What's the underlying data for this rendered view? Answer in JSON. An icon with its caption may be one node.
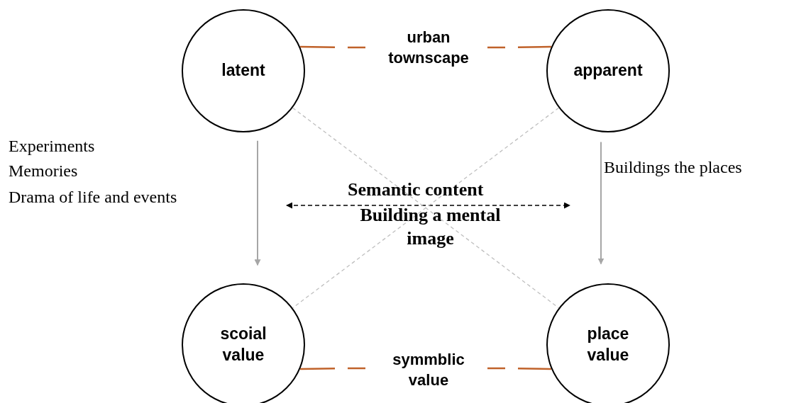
{
  "diagram": {
    "nodes": [
      {
        "text": [
          "latent"
        ]
      },
      {
        "text": [
          "apparent"
        ]
      },
      {
        "text": [
          "scoial value"
        ]
      },
      {
        "text": [
          "place value"
        ]
      }
    ],
    "edges": [
      {
        "from": 0,
        "to": 1,
        "arrow": "none",
        "label": "urban townscape",
        "style": "dashed",
        "color": "#c0622a"
      },
      {
        "from": 2,
        "to": 3,
        "arrow": "none",
        "label": "symmblic value",
        "style": "dashed",
        "color": "#c0622a"
      },
      {
        "from": 0,
        "to": 2,
        "arrow": "to",
        "color": "#a6a6a6"
      },
      {
        "from": 1,
        "to": 3,
        "arrow": "to",
        "color": "#a6a6a6"
      },
      {
        "from": 0,
        "to": 3,
        "arrow": "none",
        "style": "dashed",
        "color": "#bfbfbf"
      },
      {
        "from": 1,
        "to": 2,
        "arrow": "none",
        "style": "dashed",
        "color": "#bfbfbf"
      }
    ],
    "labels": [
      "Experiments",
      "Memories",
      "Drama of life and events",
      "Buildings the places",
      "Semantic content",
      "Building a mental image"
    ]
  }
}
